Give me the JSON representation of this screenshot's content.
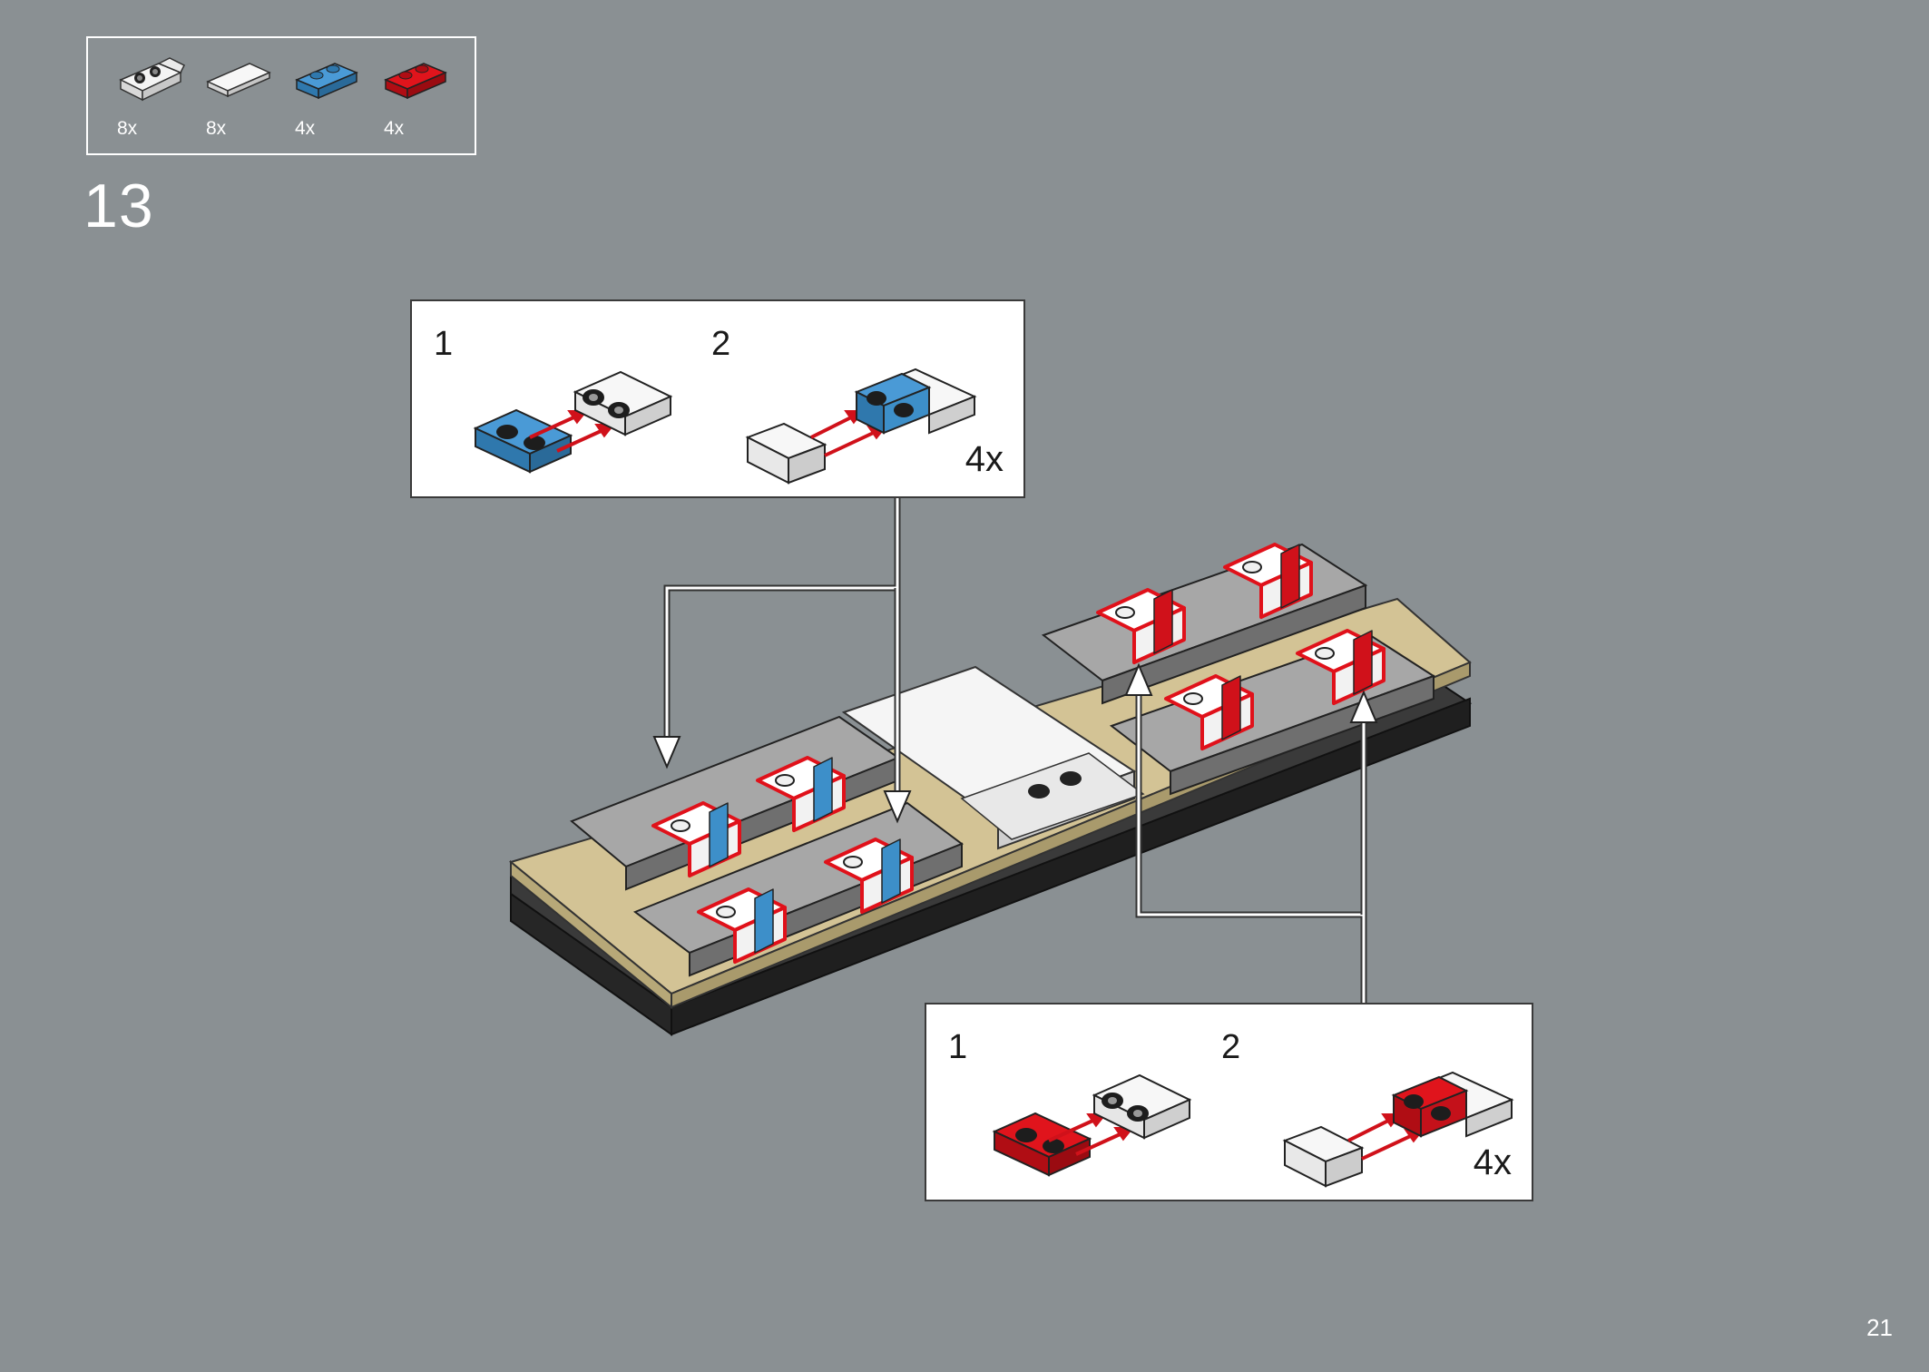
{
  "parts_list": [
    {
      "name": "white bracket 1x2-2x2",
      "qty": "8x",
      "color": "#f2f2f2",
      "icon": "bracket-part-icon"
    },
    {
      "name": "white tile 1x2",
      "qty": "8x",
      "color": "#f2f2f2",
      "icon": "tile-part-icon"
    },
    {
      "name": "blue plate 1x2",
      "qty": "4x",
      "color": "#3d8fc9",
      "icon": "blue-plate-part-icon"
    },
    {
      "name": "red plate 1x2",
      "qty": "4x",
      "color": "#d0111a",
      "icon": "red-plate-part-icon"
    }
  ],
  "step_number": "13",
  "callout_top": {
    "sub_steps": [
      "1",
      "2"
    ],
    "multiplier": "4x",
    "accent": "#3d8fc9"
  },
  "callout_bottom": {
    "sub_steps": [
      "1",
      "2"
    ],
    "multiplier": "4x",
    "accent": "#d0111a"
  },
  "page_number": "21",
  "colors": {
    "background": "#8a9093",
    "tan": "#d3c395",
    "black": "#2b2b2b",
    "highlight": "#e0111a",
    "grey": "#9b9b9b"
  }
}
